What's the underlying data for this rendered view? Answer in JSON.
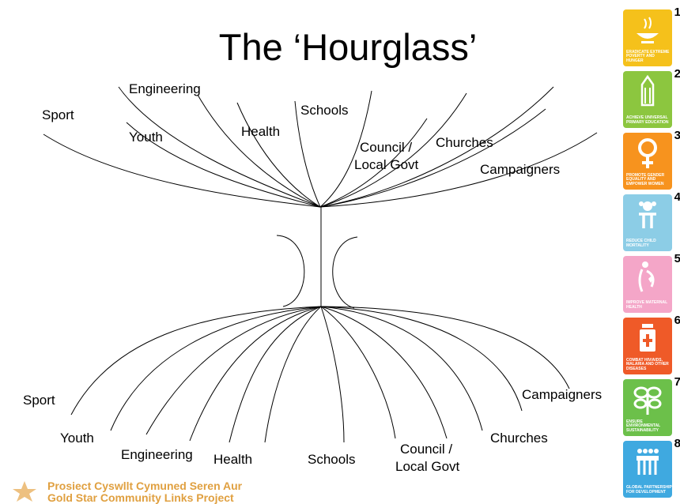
{
  "title": "The ‘Hourglass’",
  "top_labels": {
    "sport": "Sport",
    "engineering": "Engineering",
    "youth": "Youth",
    "health": "Health",
    "schools": "Schools",
    "council_line1": "Council /",
    "council_line2": "Local Govt",
    "churches": "Churches",
    "campaigners": "Campaigners"
  },
  "bottom_labels": {
    "sport": "Sport",
    "youth": "Youth",
    "engineering": "Engineering",
    "health": "Health",
    "schools": "Schools",
    "council_line1": "Council /",
    "council_line2": "Local Govt",
    "churches": "Churches",
    "campaigners": "Campaigners"
  },
  "mdg_goals": [
    {
      "number": "1",
      "caption": "ERADICATE EXTREME POVERTY AND HUNGER",
      "color": "#f5c11b",
      "icon": "bowl-icon"
    },
    {
      "number": "2",
      "caption": "ACHIEVE UNIVERSAL PRIMARY EDUCATION",
      "color": "#8cc63f",
      "icon": "pencil-icon"
    },
    {
      "number": "3",
      "caption": "PROMOTE GENDER EQUALITY AND EMPOWER WOMEN",
      "color": "#f7931e",
      "icon": "female-icon"
    },
    {
      "number": "4",
      "caption": "REDUCE CHILD MORTALITY",
      "color": "#8ccde6",
      "icon": "child-icon"
    },
    {
      "number": "5",
      "caption": "IMPROVE MATERNAL HEALTH",
      "color": "#f4a6c8",
      "icon": "mother-icon"
    },
    {
      "number": "6",
      "caption": "COMBAT HIV/AIDS, MALARIA AND OTHER DISEASES",
      "color": "#ef5a28",
      "icon": "medicine-icon"
    },
    {
      "number": "7",
      "caption": "ENSURE ENVIRONMENTAL SUSTAINABILITY",
      "color": "#6cc04a",
      "icon": "plant-icon"
    },
    {
      "number": "8",
      "caption": "GLOBAL PARTNERSHIP FOR DEVELOPMENT",
      "color": "#3fa9e0",
      "icon": "people-icon"
    }
  ],
  "footer": {
    "line1": "Prosiect Cyswllt Cymuned Seren Aur",
    "line2": "Gold Star Community Links Project",
    "logo_icon": "star-logo-icon",
    "text_color": "#e0a040"
  }
}
